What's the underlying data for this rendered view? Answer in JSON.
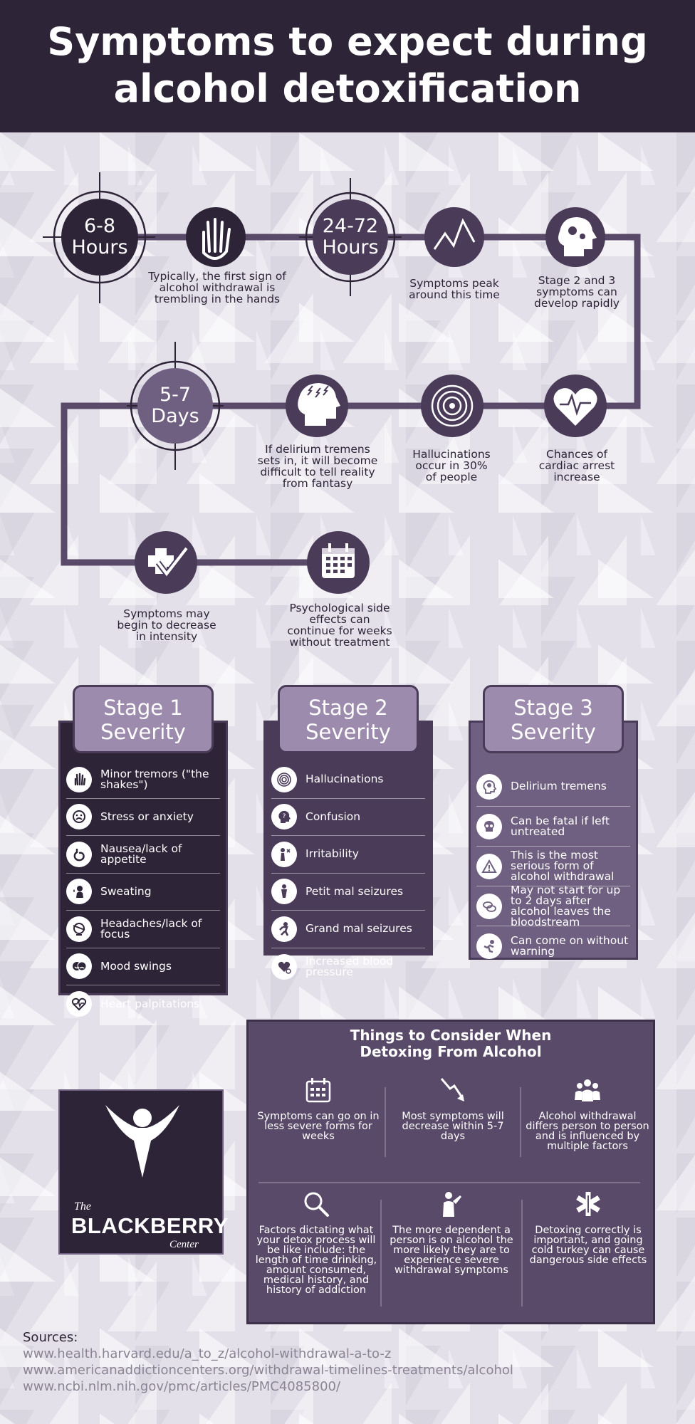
{
  "title_lines": [
    "Symptoms to expect during",
    "alcohol detoxification"
  ],
  "timeline": {
    "milestones": [
      {
        "lines": [
          "6-8",
          "Hours"
        ]
      },
      {
        "lines": [
          "24-72",
          "Hours"
        ]
      },
      {
        "lines": [
          "5-7",
          "Days"
        ]
      }
    ],
    "notes": [
      {
        "text": "Typically, the first sign of alcohol withdrawal is trembling in the hands",
        "icon": "hand-icon"
      },
      {
        "text": "Symptoms peak around this time",
        "icon": "zigzag-icon"
      },
      {
        "text": "Stage 2 and 3 symptoms can develop rapidly",
        "icon": "head-gears-icon"
      },
      {
        "text": "Chances of cardiac arrest increase",
        "icon": "heart-pulse-icon"
      },
      {
        "text": "Hallucinations occur in 30% of people",
        "icon": "spiral-icon"
      },
      {
        "text": "If delirium tremens sets in, it will become difficult to tell reality from fantasy",
        "icon": "head-lightning-icon"
      },
      {
        "text": "Symptoms may begin to decrease in intensity",
        "icon": "medical-check-icon"
      },
      {
        "text": "Psychological side effects can continue for weeks without treatment",
        "icon": "calendar-icon"
      }
    ]
  },
  "stages": [
    {
      "title_lines": [
        "Stage 1",
        "Severity"
      ],
      "panel_color": "#2e2438",
      "items": [
        {
          "text": "Minor tremors (\"the shakes\")",
          "icon": "hand-icon"
        },
        {
          "text": "Stress or anxiety",
          "icon": "stress-face-icon"
        },
        {
          "text": "Nausea/lack of appetite",
          "icon": "stomach-icon"
        },
        {
          "text": "Sweating",
          "icon": "sweat-icon"
        },
        {
          "text": "Headaches/lack of focus",
          "icon": "headache-icon"
        },
        {
          "text": "Mood swings",
          "icon": "masks-icon"
        },
        {
          "text": "Heart palpitations",
          "icon": "heart-pulse-icon"
        }
      ]
    },
    {
      "title_lines": [
        "Stage 2",
        "Severity"
      ],
      "panel_color": "#4a3b59",
      "items": [
        {
          "text": "Hallucinations",
          "icon": "spiral-icon"
        },
        {
          "text": "Confusion",
          "icon": "question-head-icon"
        },
        {
          "text": "Irritability",
          "icon": "irritable-icon"
        },
        {
          "text": "Petit mal seizures",
          "icon": "person-icon"
        },
        {
          "text": "Grand mal seizures",
          "icon": "seizure-icon"
        },
        {
          "text": "Increased blood pressure",
          "icon": "blood-pressure-icon"
        }
      ]
    },
    {
      "title_lines": [
        "Stage 3",
        "Severity"
      ],
      "panel_color": "#6f5f80",
      "items": [
        {
          "text": "Delirium tremens",
          "icon": "brain-icon"
        },
        {
          "text": "Can be fatal if left untreated",
          "icon": "skull-icon"
        },
        {
          "text": "This is the most serious form of alcohol withdrawal",
          "icon": "warning-icon"
        },
        {
          "text": "May not start for up to 2 days after alcohol leaves the bloodstream",
          "icon": "blood-cells-icon"
        },
        {
          "text": "Can come on without warning",
          "icon": "falling-person-icon"
        }
      ]
    }
  ],
  "consider": {
    "title_lines": [
      "Things to Consider When",
      "Detoxing From Alcohol"
    ],
    "items": [
      {
        "text": "Symptoms can go on in less severe forms for weeks",
        "icon": "calendar-icon"
      },
      {
        "text": "Most symptoms will decrease within 5-7 days",
        "icon": "down-arrow-icon"
      },
      {
        "text": "Alcohol withdrawal differs person to person and is influenced by multiple factors",
        "icon": "group-icon"
      },
      {
        "text": "Factors dictating what your detox process will be like include: the length of time drinking, amount consumed, medical history, and history of addiction",
        "icon": "magnifier-icon"
      },
      {
        "text": "The more dependent a person is on alcohol the more likely they are to experience severe withdrawal symptoms",
        "icon": "drinking-person-icon"
      },
      {
        "text": "Detoxing correctly is important, and going cold turkey can cause dangerous side effects",
        "icon": "medical-star-icon"
      }
    ]
  },
  "logo": {
    "the": "The",
    "name": "BLACKBERRY",
    "center": "Center"
  },
  "sources": {
    "heading": "Sources:",
    "urls": [
      "www.health.harvard.edu/a_to_z/alcohol-withdrawal-a-to-z",
      "www.americanaddictioncenters.org/withdrawal-timelines-treatments/alcohol",
      "www.ncbi.nlm.nih.gov/pmc/articles/PMC4085800/"
    ]
  },
  "colors": {
    "dark": "#2e2438",
    "mid": "#5a4a6a",
    "light": "#9c8bad",
    "background": "#e4e0e9"
  }
}
